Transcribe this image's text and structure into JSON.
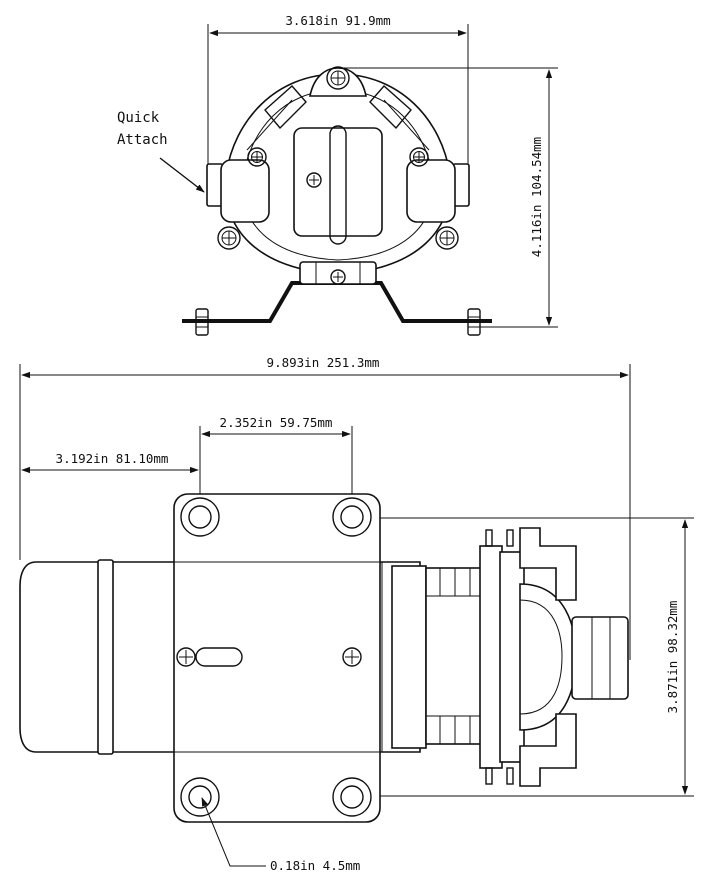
{
  "drawing": {
    "line_color": "#111111",
    "background": "#ffffff"
  },
  "top_view": {
    "callout": {
      "line1": "Quick",
      "line2": "Attach"
    },
    "width_dim": "3.618in 91.9mm",
    "height_dim": "4.116in 104.54mm"
  },
  "side_view": {
    "overall_length_dim": "9.893in 251.3mm",
    "mount_spacing_dim": "2.352in 59.75mm",
    "offset_dim": "3.192in 81.10mm",
    "height_dim": "3.871in 98.32mm",
    "hole_dim": "0.18in 4.5mm"
  }
}
